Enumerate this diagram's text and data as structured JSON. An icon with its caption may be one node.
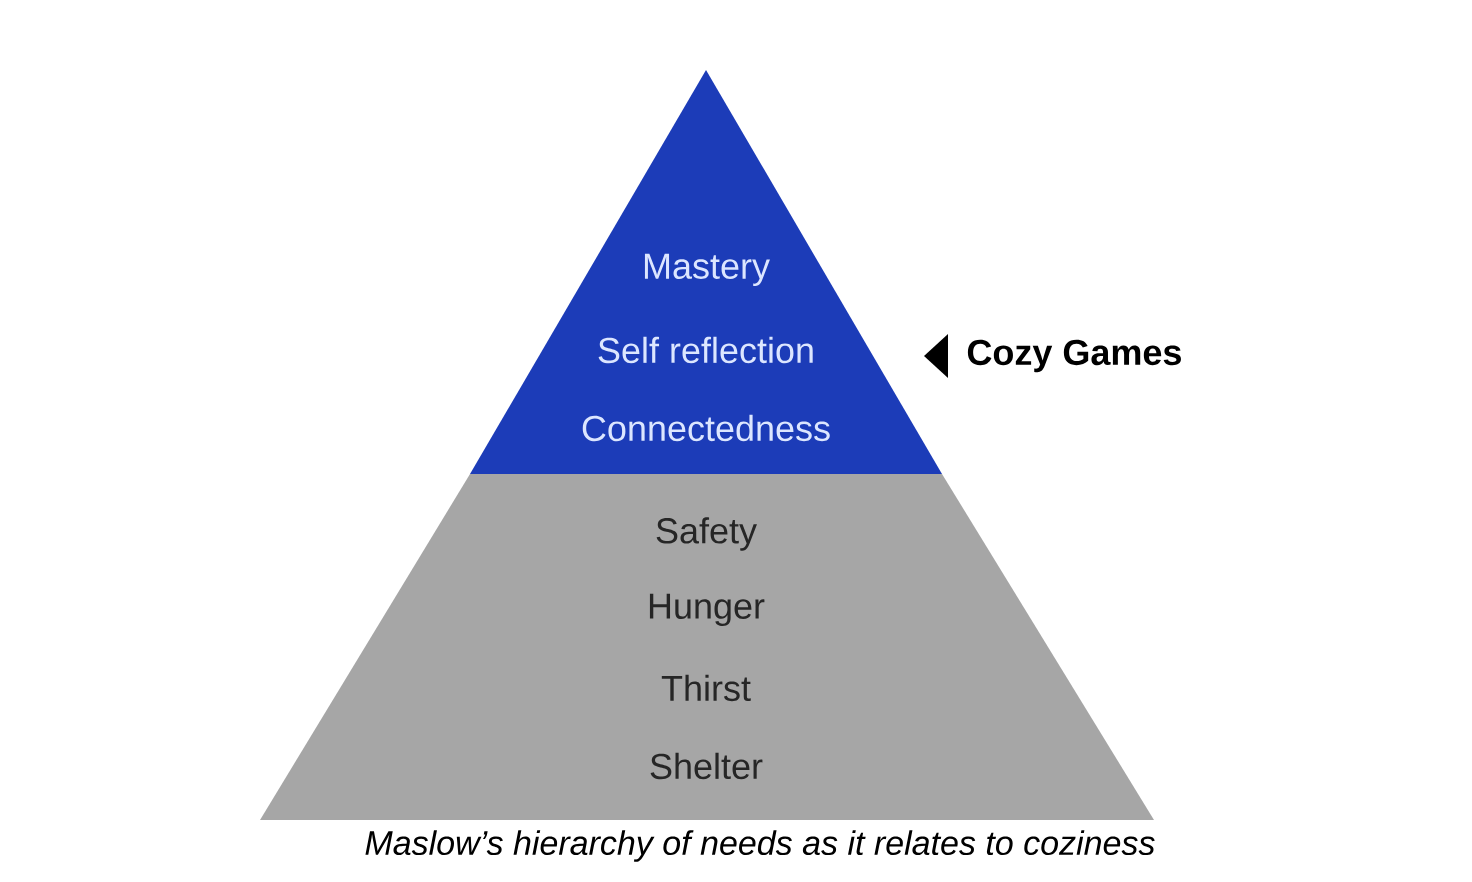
{
  "diagram": {
    "caption": "Maslow’s hierarchy of needs as it relates to coziness",
    "nodes": [
      {
        "text": [
          "Mastery",
          "Self reflection",
          "Connectedness"
        ],
        "beside": [
          "Cozy Games"
        ]
      },
      {
        "text": [
          "Safety",
          "Hunger",
          "Thirst",
          "Shelter"
        ]
      }
    ]
  }
}
